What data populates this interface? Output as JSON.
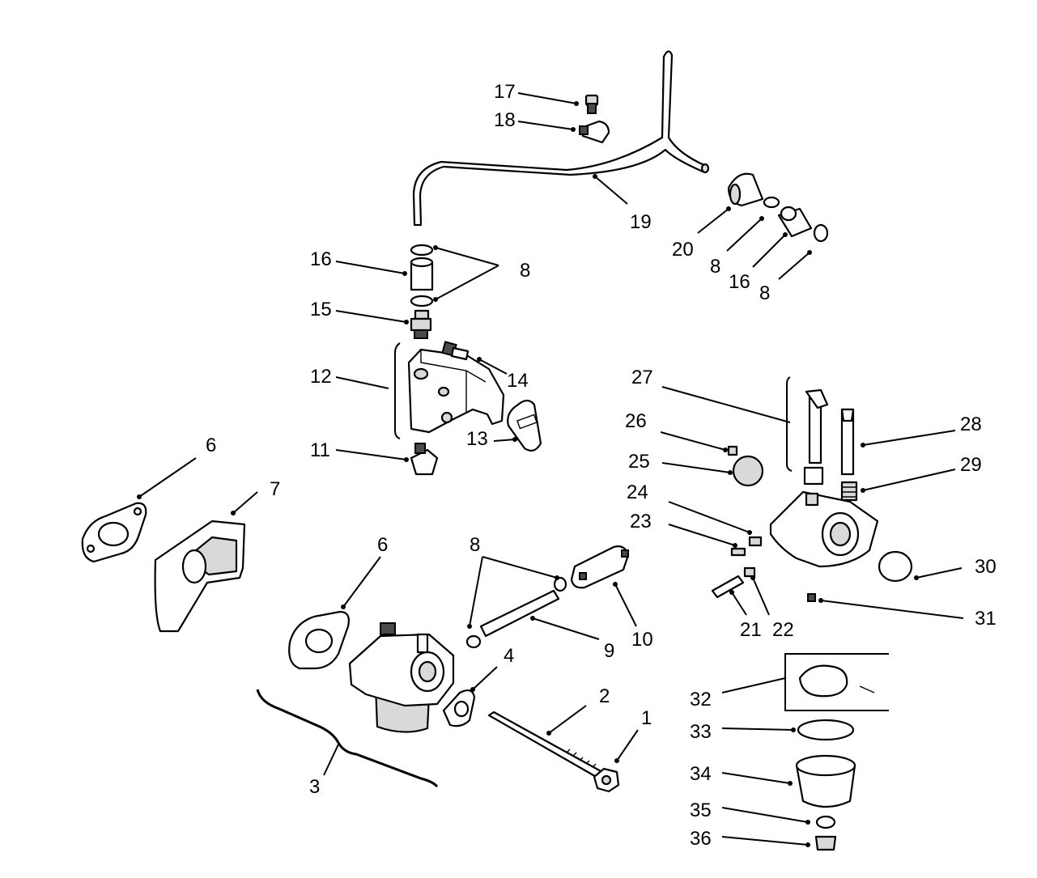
{
  "diagram": {
    "callouts": [
      {
        "id": "c1",
        "text": "1"
      },
      {
        "id": "c2",
        "text": "2"
      },
      {
        "id": "c3",
        "text": "3"
      },
      {
        "id": "c4",
        "text": "4"
      },
      {
        "id": "c6a",
        "text": "6"
      },
      {
        "id": "c6b",
        "text": "6"
      },
      {
        "id": "c7",
        "text": "7"
      },
      {
        "id": "c8a",
        "text": "8"
      },
      {
        "id": "c8b",
        "text": "8"
      },
      {
        "id": "c8c",
        "text": "8"
      },
      {
        "id": "c8d",
        "text": "8"
      },
      {
        "id": "c9",
        "text": "9"
      },
      {
        "id": "c10",
        "text": "10"
      },
      {
        "id": "c11",
        "text": "11"
      },
      {
        "id": "c12",
        "text": "12"
      },
      {
        "id": "c13",
        "text": "13"
      },
      {
        "id": "c14",
        "text": "14"
      },
      {
        "id": "c15",
        "text": "15"
      },
      {
        "id": "c16a",
        "text": "16"
      },
      {
        "id": "c16b",
        "text": "16"
      },
      {
        "id": "c17",
        "text": "17"
      },
      {
        "id": "c18",
        "text": "18"
      },
      {
        "id": "c19",
        "text": "19"
      },
      {
        "id": "c20",
        "text": "20"
      },
      {
        "id": "c21",
        "text": "21"
      },
      {
        "id": "c22",
        "text": "22"
      },
      {
        "id": "c23",
        "text": "23"
      },
      {
        "id": "c24",
        "text": "24"
      },
      {
        "id": "c25",
        "text": "25"
      },
      {
        "id": "c26",
        "text": "26"
      },
      {
        "id": "c27",
        "text": "27"
      },
      {
        "id": "c28",
        "text": "28"
      },
      {
        "id": "c29",
        "text": "29"
      },
      {
        "id": "c30",
        "text": "30"
      },
      {
        "id": "c31",
        "text": "31"
      },
      {
        "id": "c32",
        "text": "32"
      },
      {
        "id": "c33",
        "text": "33"
      },
      {
        "id": "c34",
        "text": "34"
      },
      {
        "id": "c35",
        "text": "35"
      },
      {
        "id": "c36",
        "text": "36"
      }
    ]
  }
}
